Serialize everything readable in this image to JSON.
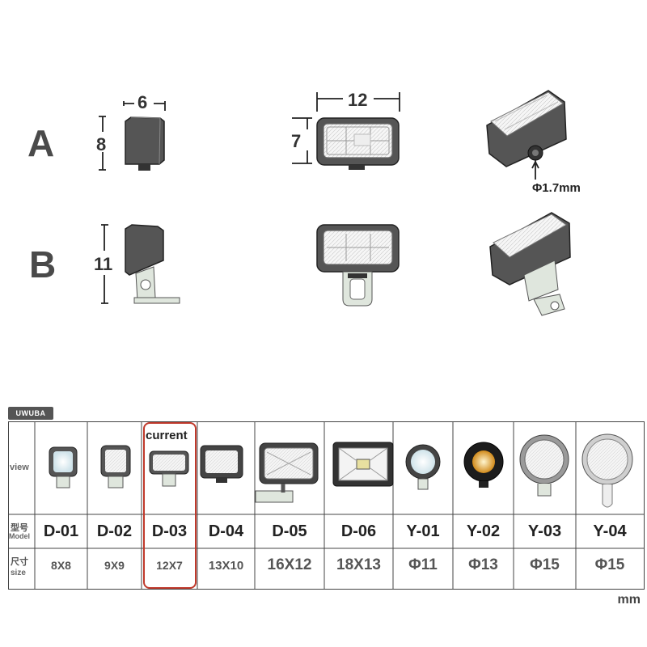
{
  "diagram": {
    "rows": [
      {
        "letter": "A",
        "dims": {
          "side_width": "6",
          "side_height": "8",
          "front_width": "12",
          "front_height": "7",
          "hole": "Φ1.7mm"
        }
      },
      {
        "letter": "B",
        "dims": {
          "side_height": "11"
        }
      }
    ]
  },
  "table": {
    "brand": "UWUBA",
    "row_labels": {
      "view": "view",
      "model_cn": "型号",
      "model_en": "Model",
      "size_cn": "尺寸",
      "size_en": "size"
    },
    "current_label": "current",
    "unit": "mm",
    "products": [
      {
        "model": "D-01",
        "size": "8X8"
      },
      {
        "model": "D-02",
        "size": "9X9"
      },
      {
        "model": "D-03",
        "size": "12X7",
        "current": true
      },
      {
        "model": "D-04",
        "size": "13X10"
      },
      {
        "model": "D-05",
        "size": "16X12"
      },
      {
        "model": "D-06",
        "size": "18X13"
      },
      {
        "model": "Y-01",
        "size": "Φ11"
      },
      {
        "model": "Y-02",
        "size": "Φ13"
      },
      {
        "model": "Y-03",
        "size": "Φ15"
      },
      {
        "model": "Y-04",
        "size": "Φ15"
      }
    ],
    "colors": {
      "current_border": "#c0392b",
      "grid": "#444444"
    }
  }
}
